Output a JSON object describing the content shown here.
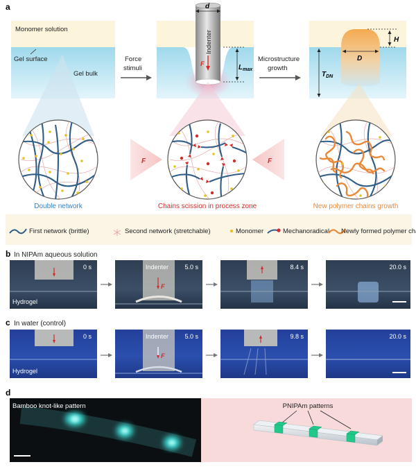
{
  "panel_a": {
    "letter": "a",
    "monomer_solution": "Monomer solution",
    "gel_surface": "Gel surface",
    "gel_bulk": "Gel bulk",
    "force_stimuli_1": "Force",
    "force_stimuli_2": "stimuli",
    "indenter": "Indenter",
    "d": "d",
    "F": "F",
    "L_max": "L",
    "L_max_sub": "max",
    "microstructure_1": "Microstructure",
    "microstructure_2": "growth",
    "H": "H",
    "D": "D",
    "T_DN": "T",
    "T_DN_sub": "DN",
    "double_network": "Double network",
    "chains_scission": "Chains scission in process zone",
    "new_chains": "New polymer chains growth",
    "legend": {
      "first_network": "First network (brittle)",
      "second_network": "Second network (stretchable)",
      "monomer": "Monomer",
      "mechanoradical": "Mechanoradical",
      "new_chain": "Newly formed  polymer chain"
    },
    "colors": {
      "first_network": "#2f5d86",
      "second_network": "#e6a6a6",
      "monomer": "#e8c020",
      "mechanoradical": "#d42a2a",
      "new_chain": "#e8893a",
      "double_network_label": "#3a7fc0",
      "scission_label": "#d42a2a",
      "growth_label": "#e8893a"
    }
  },
  "panel_b": {
    "letter": "b",
    "title": "In NIPAm aqueous solution",
    "frames": [
      {
        "time": "0 s",
        "hydrogel": "Hydrogel"
      },
      {
        "time": "5.0 s",
        "indenter": "Indenter",
        "F": "F"
      },
      {
        "time": "8.4 s"
      },
      {
        "time": "20.0 s"
      }
    ]
  },
  "panel_c": {
    "letter": "c",
    "title": "In water (control)",
    "frames": [
      {
        "time": "0 s",
        "hydrogel": "Hydrogel"
      },
      {
        "time": "5.0 s",
        "indenter": "Indenter",
        "F": "F"
      },
      {
        "time": "9.8 s"
      },
      {
        "time": "20.0 s"
      }
    ]
  },
  "panel_d": {
    "letter": "d",
    "left_label": "Bamboo knot-like pattern",
    "right_label": "PNIPAm patterns",
    "colors": {
      "glow": "#3ee8e0",
      "pattern": "#22c88a",
      "right_bg": "#f8dada"
    }
  }
}
